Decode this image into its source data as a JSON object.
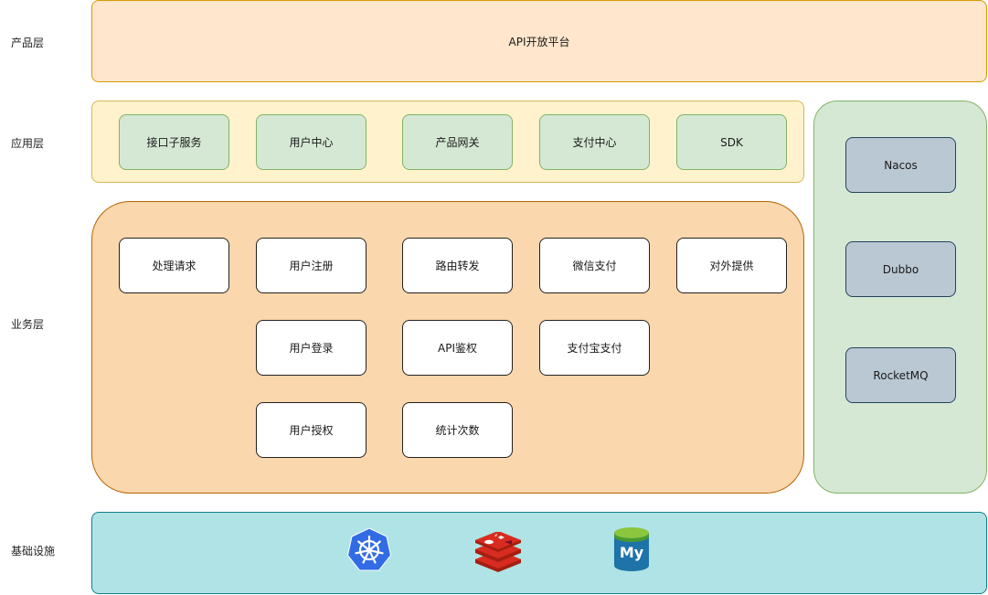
{
  "layers": {
    "product": {
      "label": "产品层",
      "title": "API开放平台"
    },
    "application": {
      "label": "应用层",
      "items": [
        "接口子服务",
        "用户中心",
        "产品网关",
        "支付中心",
        "SDK"
      ]
    },
    "business": {
      "label": "业务层",
      "row1": [
        "处理请求",
        "用户注册",
        "路由转发",
        "微信支付",
        "对外提供"
      ],
      "row2": [
        "用户登录",
        "API鉴权",
        "支付宝支付"
      ],
      "row3": [
        "用户授权",
        "统计次数"
      ]
    },
    "infrastructure": {
      "label": "基础设施",
      "icons": [
        "kubernetes-icon",
        "redis-icon",
        "mysql-icon"
      ],
      "mysql_text": "My"
    }
  },
  "middleware": {
    "items": [
      "Nacos",
      "Dubbo",
      "RocketMQ"
    ]
  },
  "colors": {
    "product_fill": "#ffe6cc",
    "product_border": "#d79b00",
    "app_fill": "#fff2cc",
    "app_border": "#d6b656",
    "app_item_fill": "#d5e8d4",
    "app_item_border": "#82b366",
    "business_fill": "#fad7ac",
    "business_border": "#b46504",
    "middleware_fill": "#d5e8d4",
    "middleware_border": "#82b366",
    "middleware_item_fill": "#bac8d3",
    "middleware_item_border": "#23445d",
    "infra_fill": "#b0e3e6",
    "infra_border": "#0e8088"
  }
}
